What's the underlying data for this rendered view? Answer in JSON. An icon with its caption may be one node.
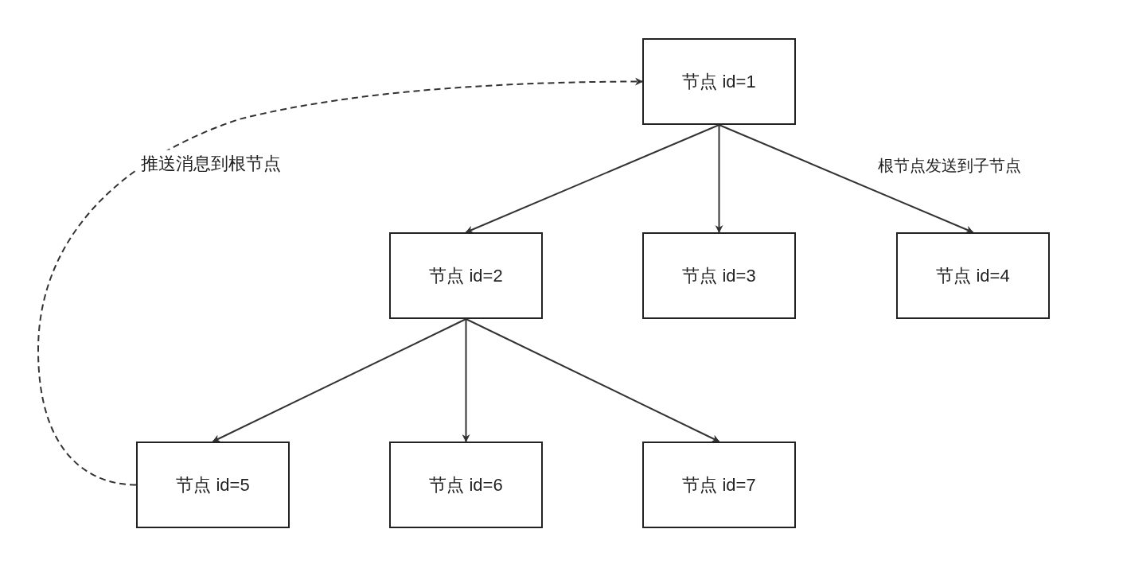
{
  "diagram": {
    "nodes": [
      {
        "text": [
          "节点 id=1"
        ]
      },
      {
        "text": [
          "节点 id=2"
        ]
      },
      {
        "text": [
          "节点 id=3"
        ]
      },
      {
        "text": [
          "节点 id=4"
        ]
      },
      {
        "text": [
          "节点 id=5"
        ]
      },
      {
        "text": [
          "节点 id=6"
        ]
      },
      {
        "text": [
          "节点 id=7"
        ]
      }
    ],
    "edges": [
      {
        "from": 0,
        "to": 1,
        "arrow": "to"
      },
      {
        "from": 0,
        "to": 2,
        "arrow": "to"
      },
      {
        "from": 0,
        "to": 3,
        "arrow": "to"
      },
      {
        "from": 1,
        "to": 4,
        "arrow": "to"
      },
      {
        "from": 1,
        "to": 5,
        "arrow": "to"
      },
      {
        "from": 1,
        "to": 6,
        "arrow": "to"
      },
      {
        "from": 4,
        "to": 0,
        "arrow": "to",
        "style": "dashed",
        "label": "推送消息到根节点"
      }
    ],
    "labels": [
      "根节点发送到子节点"
    ]
  }
}
